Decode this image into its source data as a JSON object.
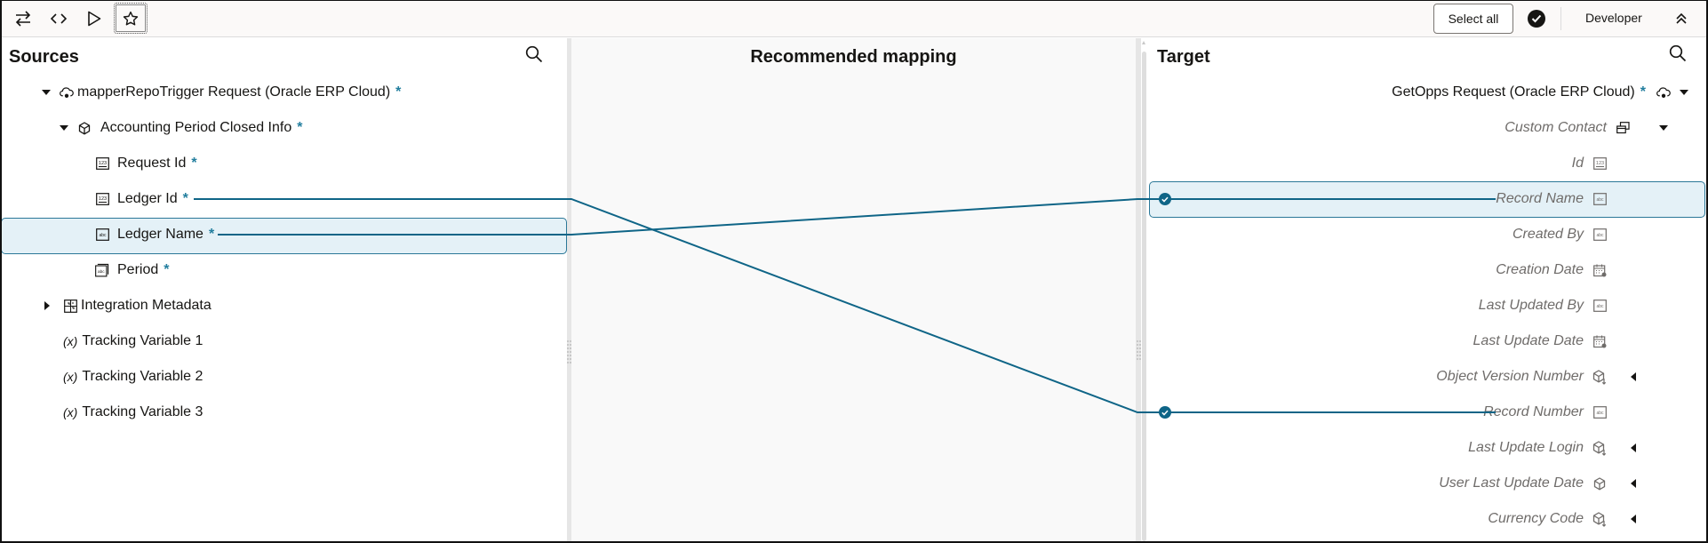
{
  "toolbar": {
    "buttons": [
      {
        "name": "swap",
        "icon": "swap-arrows-icon"
      },
      {
        "name": "code",
        "icon": "code-brackets-icon"
      },
      {
        "name": "run",
        "icon": "play-icon"
      },
      {
        "name": "recommend",
        "icon": "star-icon",
        "active": true
      }
    ],
    "select_all_label": "Select all",
    "validate_icon": "check-circle-icon",
    "mode_label": "Developer",
    "collapse_icon": "double-chevron-up-icon"
  },
  "sources": {
    "title": "Sources",
    "search_icon": "search-icon",
    "tree": [
      {
        "label": "mapperRepoTrigger Request (Oracle ERP Cloud)",
        "required": true,
        "expanded": true,
        "icon": "cloud-icon",
        "level": 0
      },
      {
        "label": "Accounting Period Closed Info",
        "required": true,
        "expanded": true,
        "icon": "cube-icon",
        "level": 1
      },
      {
        "label": "Request Id",
        "required": true,
        "icon": "number-field-icon",
        "level": 2
      },
      {
        "label": "Ledger Id",
        "required": true,
        "icon": "number-field-icon",
        "level": 2,
        "mapped": true
      },
      {
        "label": "Ledger Name",
        "required": true,
        "icon": "text-field-icon",
        "level": 2,
        "mapped": true,
        "selected": true
      },
      {
        "label": "Period",
        "required": true,
        "icon": "text-list-icon",
        "level": 2
      },
      {
        "label": "Integration Metadata",
        "expanded": false,
        "icon": "metadata-icon",
        "level": 0
      },
      {
        "label": "Tracking Variable 1",
        "icon": "variable-icon",
        "icon_text": "(x)",
        "level": 0
      },
      {
        "label": "Tracking Variable 2",
        "icon": "variable-icon",
        "icon_text": "(x)",
        "level": 0
      },
      {
        "label": "Tracking Variable 3",
        "icon": "variable-icon",
        "icon_text": "(x)",
        "level": 0
      }
    ]
  },
  "mapping": {
    "title": "Recommended mapping",
    "links": [
      {
        "from": "Ledger Id",
        "to": "Record Number"
      },
      {
        "from": "Ledger Name",
        "to": "Record Name"
      }
    ],
    "line_color": "#0f6587"
  },
  "target": {
    "title": "Target",
    "search_icon": "search-icon",
    "tree": [
      {
        "label": "GetOpps Request (Oracle ERP Cloud)",
        "required": true,
        "icon": "cloud-icon",
        "caret": "down"
      },
      {
        "label": "Custom Contact",
        "icon": "collection-icon",
        "caret": "down"
      },
      {
        "label": "Id",
        "icon": "number-field-icon"
      },
      {
        "label": "Record Name",
        "icon": "text-field-icon",
        "mapped": true,
        "selected": true
      },
      {
        "label": "Created By",
        "icon": "text-field-icon"
      },
      {
        "label": "Creation Date",
        "icon": "calendar-icon"
      },
      {
        "label": "Last Updated By",
        "icon": "text-field-icon"
      },
      {
        "label": "Last Update Date",
        "icon": "calendar-icon"
      },
      {
        "label": "Object Version Number",
        "icon": "cube-download-icon",
        "caret": "left"
      },
      {
        "label": "Record Number",
        "icon": "text-field-icon",
        "mapped": true
      },
      {
        "label": "Last Update Login",
        "icon": "cube-download-icon",
        "caret": "left"
      },
      {
        "label": "User Last Update Date",
        "icon": "cube-icon",
        "caret": "left"
      },
      {
        "label": "Currency Code",
        "icon": "cube-download-icon",
        "caret": "left"
      }
    ]
  },
  "colors": {
    "accent": "#0f6587",
    "required_star": "#227e9e",
    "selected_bg": "#e4f1f7",
    "selected_border": "#2b7898",
    "mapping_bg": "#f9f9f9",
    "target_label": "#6f6c6a"
  }
}
